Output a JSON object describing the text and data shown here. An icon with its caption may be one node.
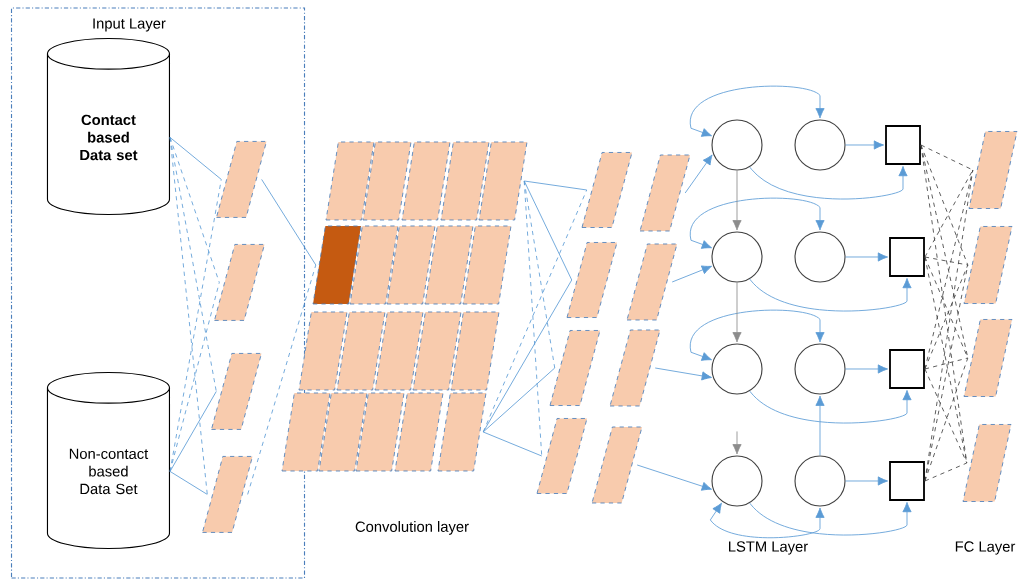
{
  "diagram": {
    "nodes": [
      {
        "text": [
          "Input Layer"
        ]
      },
      {
        "text": [
          "Contact based Data set"
        ],
        "in": 0
      },
      {
        "text": [
          "Non-contact based Data Set"
        ],
        "in": 0
      },
      {
        "text": [],
        "shape": "parallelogram",
        "in": 0
      },
      {
        "text": [],
        "shape": "parallelogram",
        "in": 0
      },
      {
        "text": [],
        "shape": "parallelogram",
        "in": 0
      },
      {
        "text": [],
        "shape": "parallelogram",
        "in": 0
      },
      {
        "text": [],
        "shape": "parallelogram"
      },
      {
        "text": [],
        "shape": "parallelogram"
      },
      {
        "text": [],
        "shape": "parallelogram"
      },
      {
        "text": [],
        "shape": "parallelogram"
      },
      {
        "text": [],
        "shape": "parallelogram"
      },
      {
        "text": [],
        "shape": "parallelogram"
      },
      {
        "text": [],
        "shape": "parallelogram"
      },
      {
        "text": [],
        "shape": "parallelogram"
      },
      {
        "text": [],
        "shape": "parallelogram"
      },
      {
        "text": [],
        "shape": "parallelogram"
      },
      {
        "text": [],
        "shape": "parallelogram"
      },
      {
        "text": [],
        "shape": "parallelogram"
      },
      {
        "text": [],
        "shape": "parallelogram"
      },
      {
        "text": [],
        "shape": "parallelogram"
      },
      {
        "text": [],
        "shape": "parallelogram"
      },
      {
        "text": [],
        "shape": "parallelogram"
      },
      {
        "text": [],
        "shape": "parallelogram"
      },
      {
        "text": [],
        "shape": "parallelogram"
      },
      {
        "text": [],
        "shape": "parallelogram"
      },
      {
        "text": [],
        "shape": "parallelogram"
      },
      {
        "text": [],
        "shape": "parallelogram"
      },
      {
        "text": [],
        "shape": "parallelogram"
      },
      {
        "text": [],
        "shape": "parallelogram"
      },
      {
        "text": [],
        "shape": "parallelogram"
      },
      {
        "text": [],
        "shape": "parallelogram"
      },
      {
        "text": [],
        "shape": "parallelogram"
      },
      {
        "text": [],
        "shape": "parallelogram"
      },
      {
        "text": [],
        "shape": "parallelogram"
      },
      {
        "text": [],
        "shape": "circle"
      },
      {
        "text": [],
        "shape": "circle"
      },
      {
        "text": [],
        "shape": "circle"
      },
      {
        "text": [],
        "shape": "circle"
      },
      {
        "text": [],
        "shape": "circle"
      },
      {
        "text": [],
        "shape": "circle"
      },
      {
        "text": [],
        "shape": "circle"
      },
      {
        "text": [],
        "shape": "circle"
      },
      {
        "text": [],
        "shape": "box"
      },
      {
        "text": [],
        "shape": "box"
      },
      {
        "text": [],
        "shape": "box"
      },
      {
        "text": [],
        "shape": "box"
      },
      {
        "text": [],
        "shape": "parallelogram"
      },
      {
        "text": [],
        "shape": "parallelogram"
      },
      {
        "text": [],
        "shape": "parallelogram"
      },
      {
        "text": [],
        "shape": "parallelogram"
      }
    ],
    "edges": [
      {
        "from": 1,
        "to": 3,
        "arrow": "none"
      },
      {
        "from": 1,
        "to": 4,
        "arrow": "none",
        "style": "dashed"
      },
      {
        "from": 1,
        "to": 5,
        "arrow": "none",
        "style": "dashed"
      },
      {
        "from": 1,
        "to": 6,
        "arrow": "none",
        "style": "dashed"
      },
      {
        "from": 2,
        "to": 3,
        "arrow": "none",
        "style": "dashed"
      },
      {
        "from": 2,
        "to": 4,
        "arrow": "none",
        "style": "dashed"
      },
      {
        "from": 2,
        "to": 5,
        "arrow": "none"
      },
      {
        "from": 2,
        "to": 6,
        "arrow": "none"
      },
      {
        "from": 3,
        "to": 12,
        "arrow": "none"
      },
      {
        "from": 6,
        "to": 12,
        "arrow": "none",
        "style": "dashed"
      },
      {
        "from": 11,
        "to": 27,
        "arrow": "none"
      },
      {
        "from": 11,
        "to": 28,
        "arrow": "none"
      },
      {
        "from": 11,
        "to": 29,
        "arrow": "none",
        "style": "dashed"
      },
      {
        "from": 11,
        "to": 30,
        "arrow": "none",
        "style": "dashed"
      },
      {
        "from": 26,
        "to": 27,
        "arrow": "none",
        "style": "dashed"
      },
      {
        "from": 26,
        "to": 28,
        "arrow": "none"
      },
      {
        "from": 26,
        "to": 29,
        "arrow": "none"
      },
      {
        "from": 26,
        "to": 30,
        "arrow": "none"
      },
      {
        "from": 31,
        "to": 35,
        "arrow": "to"
      },
      {
        "from": 32,
        "to": 37,
        "arrow": "to"
      },
      {
        "from": 33,
        "to": 39,
        "arrow": "to"
      },
      {
        "from": 34,
        "to": 41,
        "arrow": "to"
      },
      {
        "from": 35,
        "to": 36,
        "arrow": "both"
      },
      {
        "from": 35,
        "to": 43,
        "arrow": "to"
      },
      {
        "from": 36,
        "to": 43,
        "arrow": "to"
      },
      {
        "from": 37,
        "to": 38,
        "arrow": "both"
      },
      {
        "from": 37,
        "to": 44,
        "arrow": "to"
      },
      {
        "from": 38,
        "to": 44,
        "arrow": "to"
      },
      {
        "from": 39,
        "to": 40,
        "arrow": "both"
      },
      {
        "from": 39,
        "to": 45,
        "arrow": "to"
      },
      {
        "from": 40,
        "to": 45,
        "arrow": "to"
      },
      {
        "from": 41,
        "to": 42,
        "arrow": "both"
      },
      {
        "from": 41,
        "to": 46,
        "arrow": "to"
      },
      {
        "from": 42,
        "to": 46,
        "arrow": "to"
      },
      {
        "from": 35,
        "to": 37,
        "arrow": "to",
        "color": "#8c8c8c"
      },
      {
        "from": 37,
        "to": 39,
        "arrow": "to",
        "color": "#8c8c8c"
      },
      {
        "from": null,
        "to": 41,
        "arrow": "to",
        "color": "#8c8c8c"
      },
      {
        "from": 42,
        "to": 40,
        "arrow": "to"
      },
      {
        "from": 43,
        "to": 47,
        "arrow": "none",
        "style": "dashed",
        "color": "#404040"
      },
      {
        "from": 43,
        "to": 48,
        "arrow": "none",
        "style": "dashed",
        "color": "#404040"
      },
      {
        "from": 43,
        "to": 49,
        "arrow": "none",
        "style": "dashed",
        "color": "#404040"
      },
      {
        "from": 43,
        "to": 50,
        "arrow": "none",
        "style": "dashed",
        "color": "#404040"
      },
      {
        "from": 44,
        "to": 47,
        "arrow": "none",
        "style": "dashed",
        "color": "#404040"
      },
      {
        "from": 44,
        "to": 48,
        "arrow": "none",
        "style": "dashed",
        "color": "#404040"
      },
      {
        "from": 44,
        "to": 49,
        "arrow": "none",
        "style": "dashed",
        "color": "#404040"
      },
      {
        "from": 44,
        "to": 50,
        "arrow": "none",
        "style": "dashed",
        "color": "#404040"
      },
      {
        "from": 45,
        "to": 47,
        "arrow": "none",
        "style": "dashed",
        "color": "#404040"
      },
      {
        "from": 45,
        "to": 48,
        "arrow": "none",
        "style": "dashed",
        "color": "#404040"
      },
      {
        "from": 45,
        "to": 49,
        "arrow": "none",
        "style": "dashed",
        "color": "#404040"
      },
      {
        "from": 45,
        "to": 50,
        "arrow": "none",
        "style": "dashed",
        "color": "#404040"
      },
      {
        "from": 46,
        "to": 47,
        "arrow": "none",
        "style": "dashed",
        "color": "#404040"
      },
      {
        "from": 46,
        "to": 48,
        "arrow": "none",
        "style": "dashed",
        "color": "#404040"
      },
      {
        "from": 46,
        "to": 49,
        "arrow": "none",
        "style": "dashed",
        "color": "#404040"
      },
      {
        "from": 46,
        "to": 50,
        "arrow": "none",
        "style": "dashed",
        "color": "#404040"
      }
    ],
    "labels": [
      "Convolution layer",
      "LSTM Layer",
      "FC Layer"
    ]
  }
}
